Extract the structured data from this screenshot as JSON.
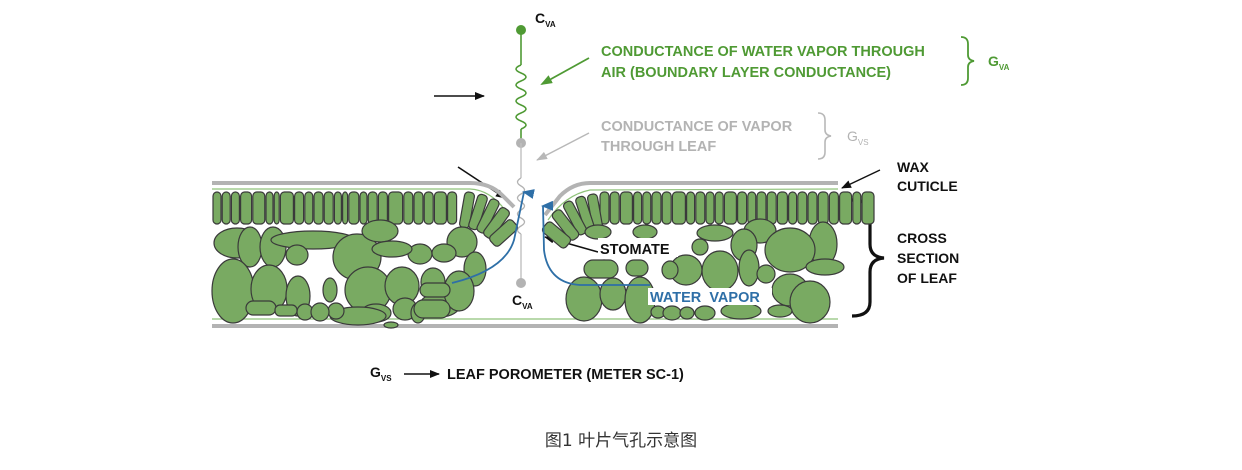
{
  "labels": {
    "c_va_top": {
      "main": "C",
      "sub": "VA"
    },
    "c_va_bottom": {
      "main": "C",
      "sub": "VA"
    },
    "g_va": {
      "main": "G",
      "sub": "VA"
    },
    "g_vs": {
      "main": "G",
      "sub": "VS"
    },
    "boundary_layer_line1": "CONDUCTANCE OF WATER VAPOR THROUGH",
    "boundary_layer_line2": "AIR (BOUNDARY LAYER CONDUCTANCE)",
    "leaf_conductance_line1": "CONDUCTANCE OF VAPOR",
    "leaf_conductance_line2": "THROUGH LEAF",
    "wax_line1": "WAX",
    "wax_line2": "CUTICLE",
    "cross_line1": "CROSS",
    "cross_line2": "SECTION",
    "cross_line3": "OF LEAF",
    "stomate": "STOMATE",
    "water_vapor": "WATER  VAPOR",
    "legend_symbol": {
      "main": "G",
      "sub": "VS"
    },
    "legend_text": "LEAF POROMETER (METER SC-1)"
  },
  "colors": {
    "green": "#4f9a34",
    "gray": "#b3b3b3",
    "blue": "#2e6fa7",
    "cell_fill": "#79aa62",
    "black": "#111111"
  },
  "caption": "图1 叶片气孔示意图"
}
